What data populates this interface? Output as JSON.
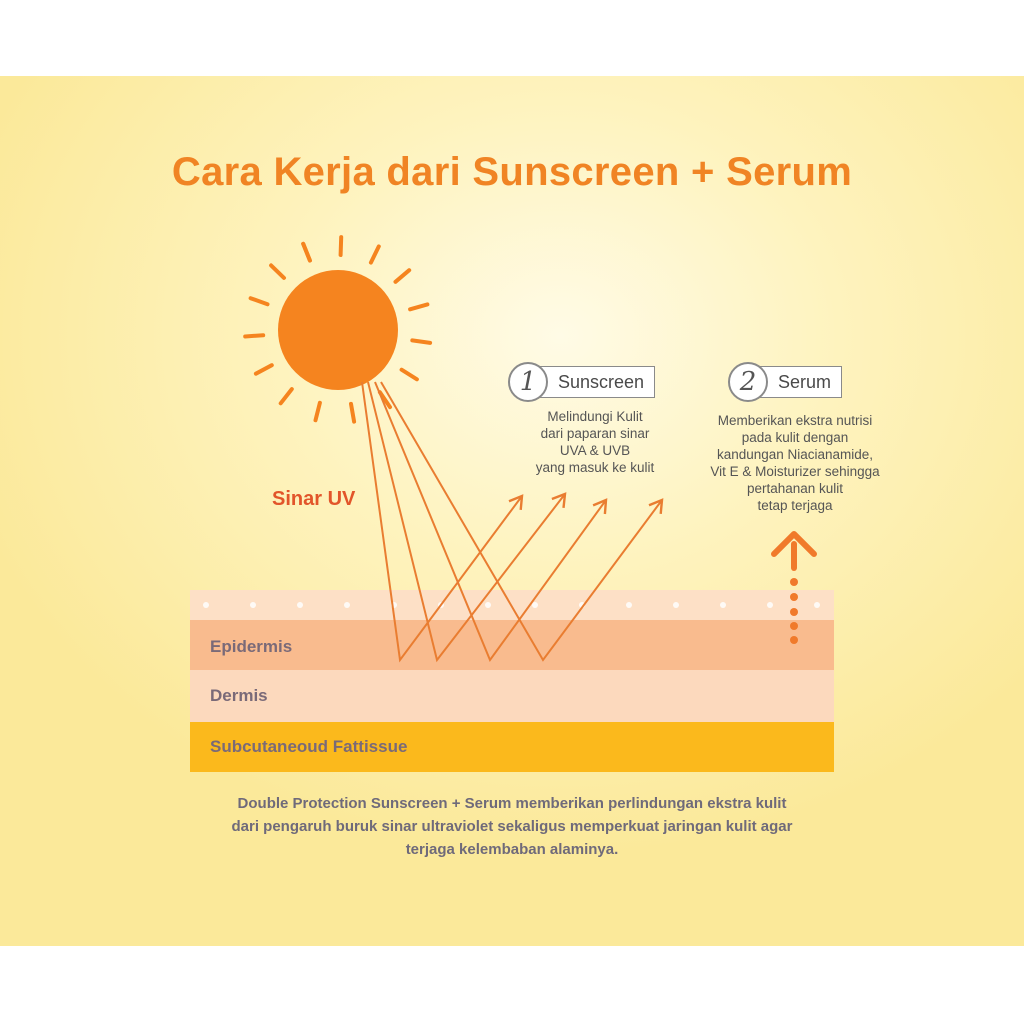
{
  "title": "Cara Kerja dari Sunscreen + Serum",
  "sun_label": "Sinar UV",
  "steps": [
    {
      "number": "1",
      "label": "Sunscreen",
      "description": [
        "Melindungi Kulit",
        "dari paparan sinar",
        "UVA & UVB",
        "yang masuk ke kulit"
      ]
    },
    {
      "number": "2",
      "label": "Serum",
      "description": [
        "Memberikan ekstra nutrisi",
        "pada kulit dengan",
        "kandungan Niacianamide,",
        "Vit E & Moisturizer sehingga",
        "pertahanan kulit",
        "tetap terjaga"
      ]
    }
  ],
  "skin_layers": [
    "Epidermis",
    "Dermis",
    "Subcutaneoud Fattissue"
  ],
  "footer": [
    "Double Protection Sunscreen + Serum memberikan perlindungan ekstra kulit",
    "dari pengaruh buruk sinar ultraviolet sekaligus memperkuat jaringan kulit agar",
    "terjaga kelembaban alaminya."
  ],
  "colors": {
    "title": "#f08424",
    "sun": "#f5841f",
    "rays": "#e97d31",
    "uv_label": "#e2552a",
    "surface": "#fde0c6",
    "epidermis": "#f9bb8e",
    "dermis": "#fcd9bd",
    "subcutaneous": "#fbb91c",
    "serum_arrow": "#f07a2b"
  }
}
